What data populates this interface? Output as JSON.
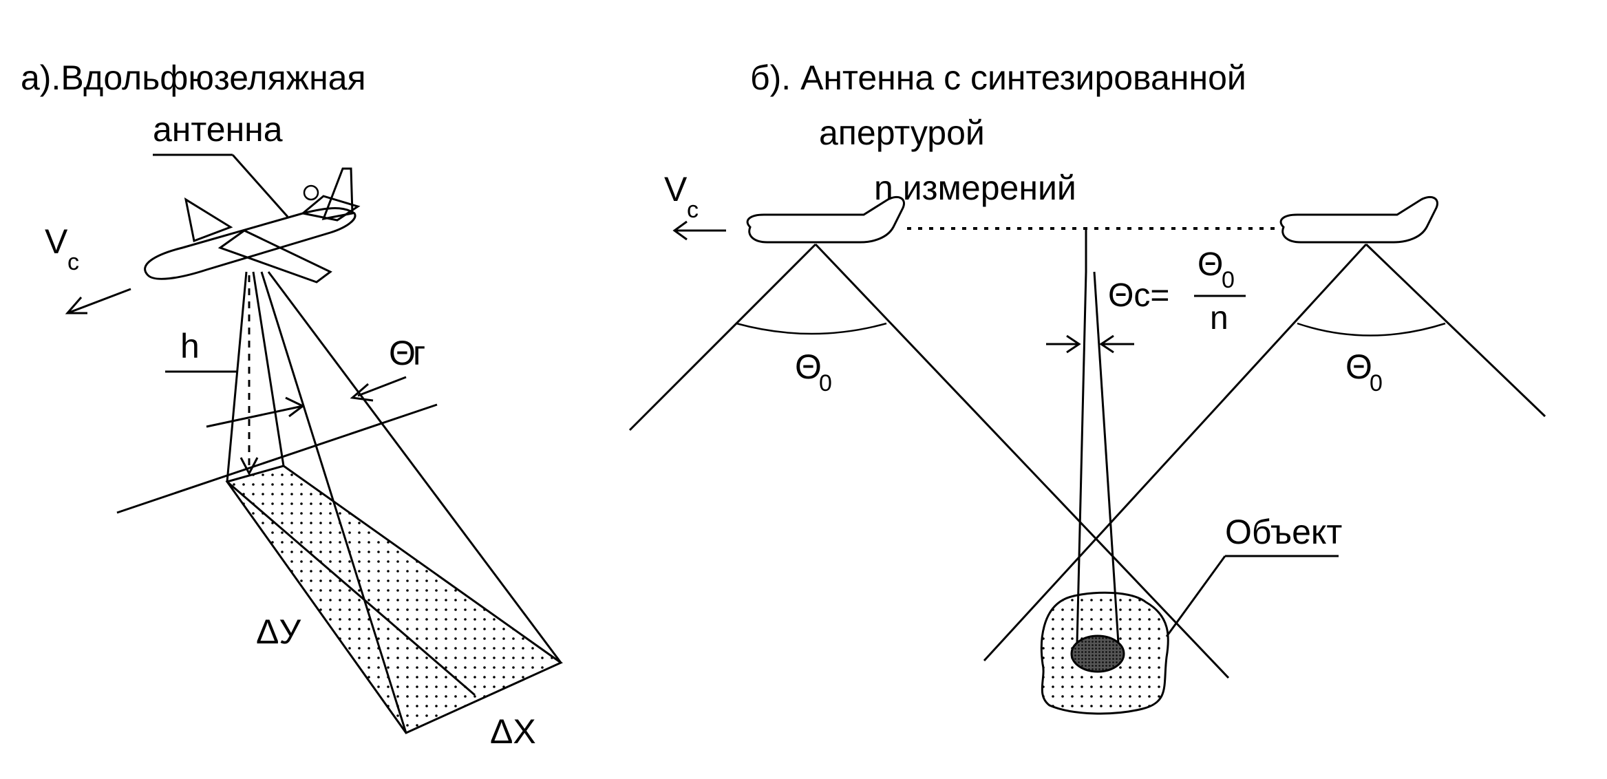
{
  "panel_a": {
    "title": "а).Вдольфюзеляжная",
    "callout": "антенна",
    "velocity": "V",
    "velocity_sub": "c",
    "height": "h",
    "angle_sym": "Θ",
    "angle_sub": "г",
    "dy": "ΔУ",
    "dx": "ΔX"
  },
  "panel_b": {
    "title_line1": "б). Антенна с синтезированной",
    "title_line2": "апертурой",
    "velocity": "V",
    "velocity_sub": "c",
    "measurements": "n измерений",
    "theta0_left": "Θ",
    "theta0_left_sub": "0",
    "theta0_right": "Θ",
    "theta0_right_sub": "0",
    "thetac_lhs": "Θc=",
    "thetac_num": "Θ",
    "thetac_num_sub": "0",
    "thetac_den": "n",
    "object_label": "Объект"
  }
}
